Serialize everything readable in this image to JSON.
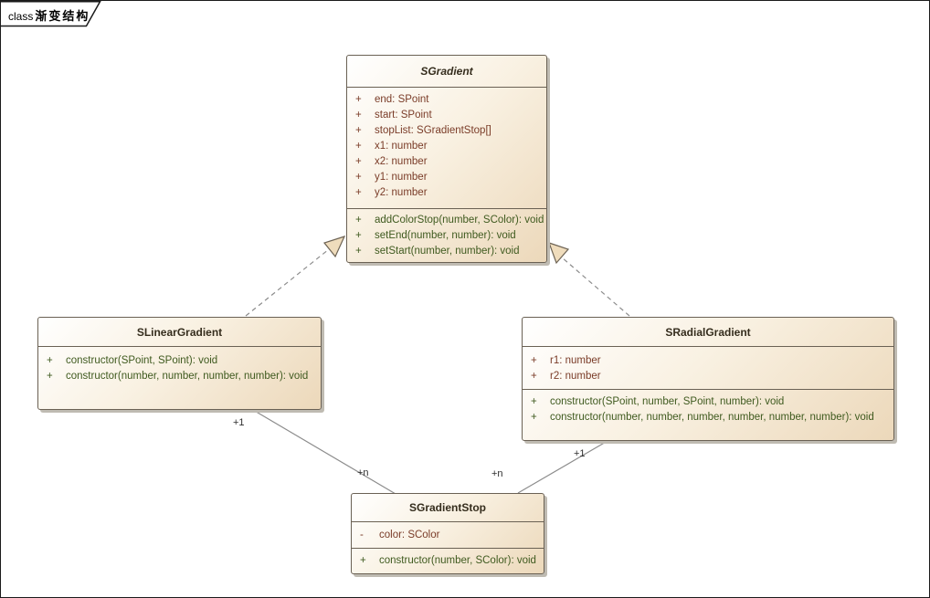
{
  "frame": {
    "keyword": "class",
    "name": "渐变结构"
  },
  "colors": {
    "box_border": "#6a6154",
    "box_fill_light": "#ffffff",
    "box_fill_dark": "#ecd8ba",
    "attribute_text": "#7a3c28",
    "method_text": "#3f5a1f",
    "connector_line": "#8c8c8c",
    "arrowhead_fill": "#efdcbc",
    "shadow": "#bfbbb2"
  },
  "classes": [
    {
      "name": "SGradient",
      "abstract": true,
      "attributes": [
        {
          "vis": "+",
          "text": "end: SPoint"
        },
        {
          "vis": "+",
          "text": "start: SPoint"
        },
        {
          "vis": "+",
          "text": "stopList: SGradientStop[]"
        },
        {
          "vis": "+",
          "text": "x1: number"
        },
        {
          "vis": "+",
          "text": "x2: number"
        },
        {
          "vis": "+",
          "text": "y1: number"
        },
        {
          "vis": "+",
          "text": "y2: number"
        }
      ],
      "methods": [
        {
          "vis": "+",
          "text": "addColorStop(number, SColor): void"
        },
        {
          "vis": "+",
          "text": "setEnd(number, number): void"
        },
        {
          "vis": "+",
          "text": "setStart(number, number): void"
        }
      ]
    },
    {
      "name": "SLinearGradient",
      "abstract": false,
      "methods": [
        {
          "vis": "+",
          "text": "constructor(SPoint, SPoint): void"
        },
        {
          "vis": "+",
          "text": "constructor(number, number, number, number): void"
        }
      ]
    },
    {
      "name": "SRadialGradient",
      "abstract": false,
      "attributes": [
        {
          "vis": "+",
          "text": "r1: number"
        },
        {
          "vis": "+",
          "text": "r2: number"
        }
      ],
      "methods": [
        {
          "vis": "+",
          "text": "constructor(SPoint, number, SPoint, number): void"
        },
        {
          "vis": "+",
          "text": "constructor(number, number, number, number, number, number): void"
        }
      ]
    },
    {
      "name": "SGradientStop",
      "abstract": false,
      "attributes": [
        {
          "vis": "-",
          "text": "color: SColor"
        }
      ],
      "methods": [
        {
          "vis": "+",
          "text": "constructor(number, SColor): void"
        }
      ]
    }
  ],
  "relations": {
    "linear_generalizes_gradient": {
      "type": "generalization",
      "style": "dashed"
    },
    "radial_generalizes_gradient": {
      "type": "generalization",
      "style": "dashed"
    },
    "linear_stop": {
      "source_multiplicity": "+1",
      "target_multiplicity": "+n"
    },
    "radial_stop": {
      "source_multiplicity": "+1",
      "target_multiplicity": "+n"
    }
  }
}
